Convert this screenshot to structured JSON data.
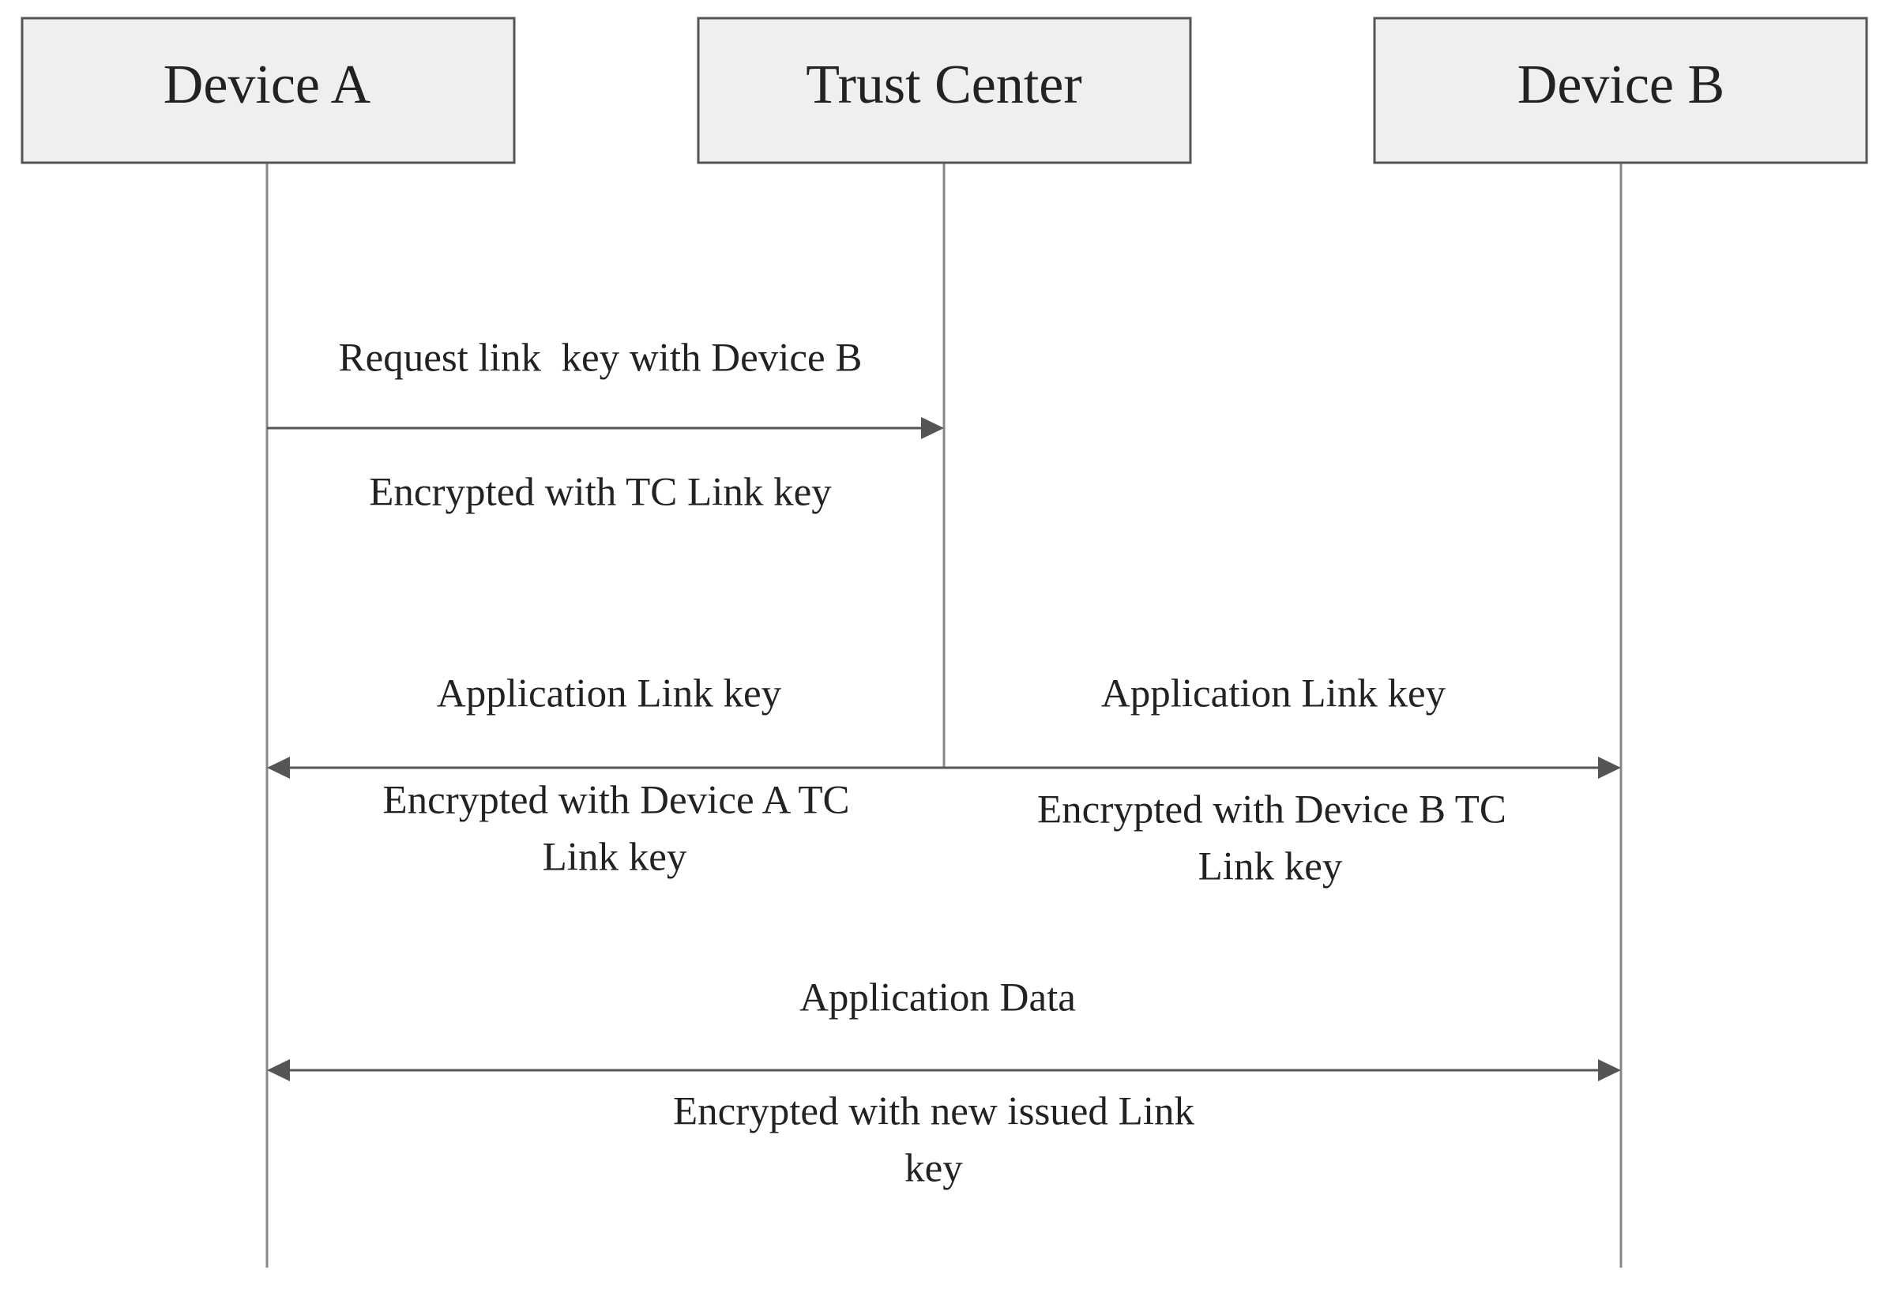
{
  "actors": [
    {
      "id": "device-a",
      "label": "Device A"
    },
    {
      "id": "trust-center",
      "label": "Trust Center"
    },
    {
      "id": "device-b",
      "label": "Device B"
    }
  ],
  "messages": [
    {
      "id": "request",
      "from": "device-a",
      "to": "trust-center",
      "label": "Request link  key with Device B",
      "sublabel": [
        "Encrypted with TC Link key"
      ]
    },
    {
      "id": "app-key-a",
      "from": "trust-center",
      "to": "device-a",
      "label": "Application Link key",
      "sublabel": [
        "Encrypted with Device A TC",
        "Link key"
      ]
    },
    {
      "id": "app-key-b",
      "from": "trust-center",
      "to": "device-b",
      "label": "Application Link key",
      "sublabel": [
        "Encrypted with Device B TC",
        "Link key"
      ]
    },
    {
      "id": "app-data",
      "from": "device-a",
      "to": "device-b",
      "bidirectional": true,
      "label": "Application Data",
      "sublabel": [
        "Encrypted with new issued Link",
        "key"
      ]
    }
  ]
}
